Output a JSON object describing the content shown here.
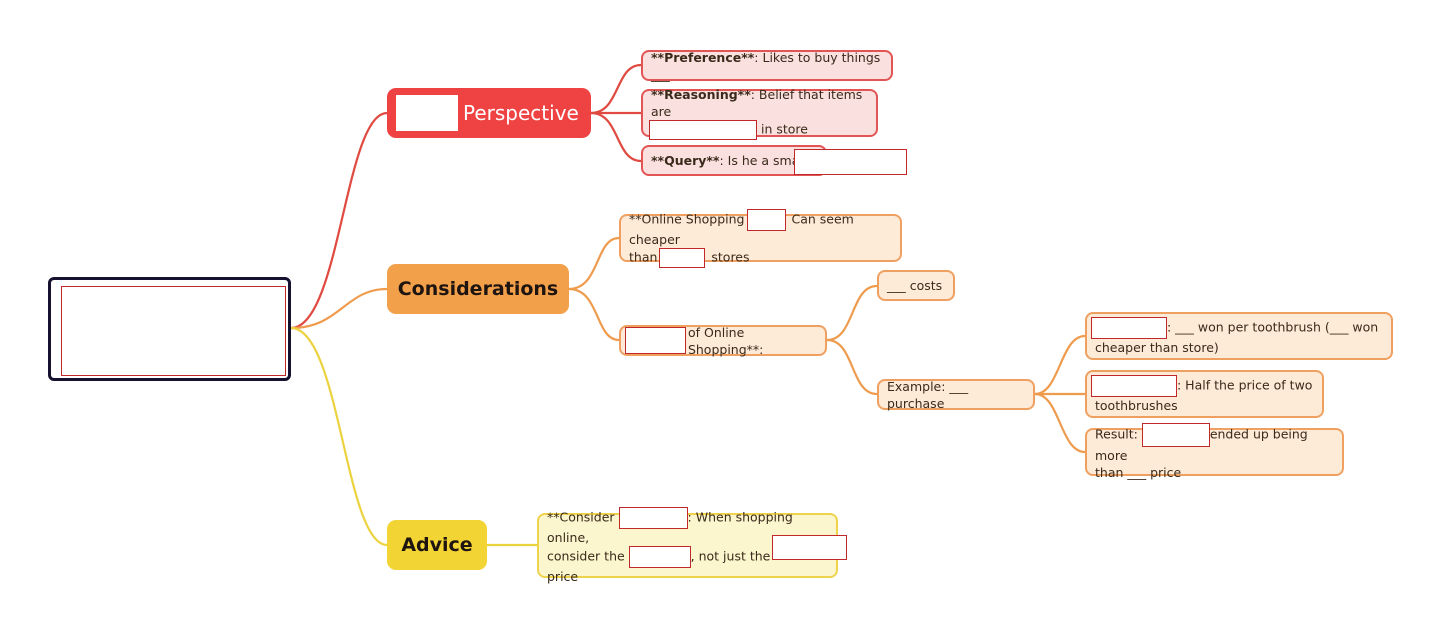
{
  "central": {
    "label": ""
  },
  "branches": {
    "perspective": {
      "label": "Perspective",
      "leaves": {
        "preference": {
          "label": "**Preference**",
          "rest": ": Likes to buy things ___"
        },
        "reasoning": {
          "label": "**Reasoning**",
          "rest": ": Belief that items are",
          "tail": " in store"
        },
        "query": {
          "label": "**Query**",
          "rest": ": Is he a smart"
        }
      }
    },
    "considerations": {
      "label": "Considerations",
      "leaves": {
        "online": {
          "pre": "**Online Shopping",
          "mid": " Can seem cheaper",
          "than": "than",
          "tail": " stores"
        },
        "of_online": {
          "text": "of Online Shopping**:"
        },
        "costs": {
          "text": "___ costs"
        },
        "example": {
          "text": "Example: ___ purchase"
        },
        "won": {
          "text": ": ___ won per toothbrush (___ won",
          "line2": "cheaper than store)"
        },
        "half": {
          "text": ": Half the price of two",
          "line2": "toothbrushes"
        },
        "result": {
          "pre": "Result: ",
          "text": "ended up being more",
          "line2": "than ___ price"
        }
      }
    },
    "advice": {
      "label": "Advice",
      "leaves": {
        "consider": {
          "pre": "**Consider ",
          "text": ": When shopping online,",
          "l2pre": "consider the ",
          "l2mid": ", not just the",
          "line3": "price"
        }
      }
    }
  },
  "colors": {
    "red": "#ef4343",
    "orange": "#f3a04b",
    "yellow": "#f2d435",
    "central_border": "#14122e"
  }
}
